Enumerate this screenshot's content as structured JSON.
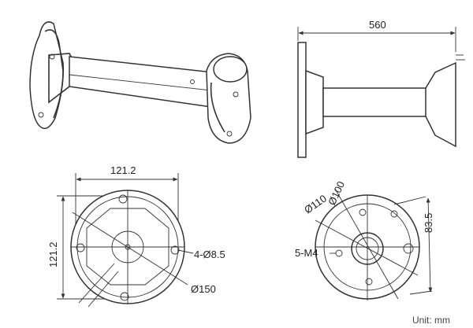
{
  "labels": {
    "length": "560",
    "base_width": "121.2",
    "base_height": "121.2",
    "holes": "4-Ø8.5",
    "base_diameter": "Ø150",
    "d100": "Ø100",
    "d110": "Ø110",
    "screws": "5-M4",
    "pitch": "83.5",
    "units": "Unit:  mm"
  }
}
